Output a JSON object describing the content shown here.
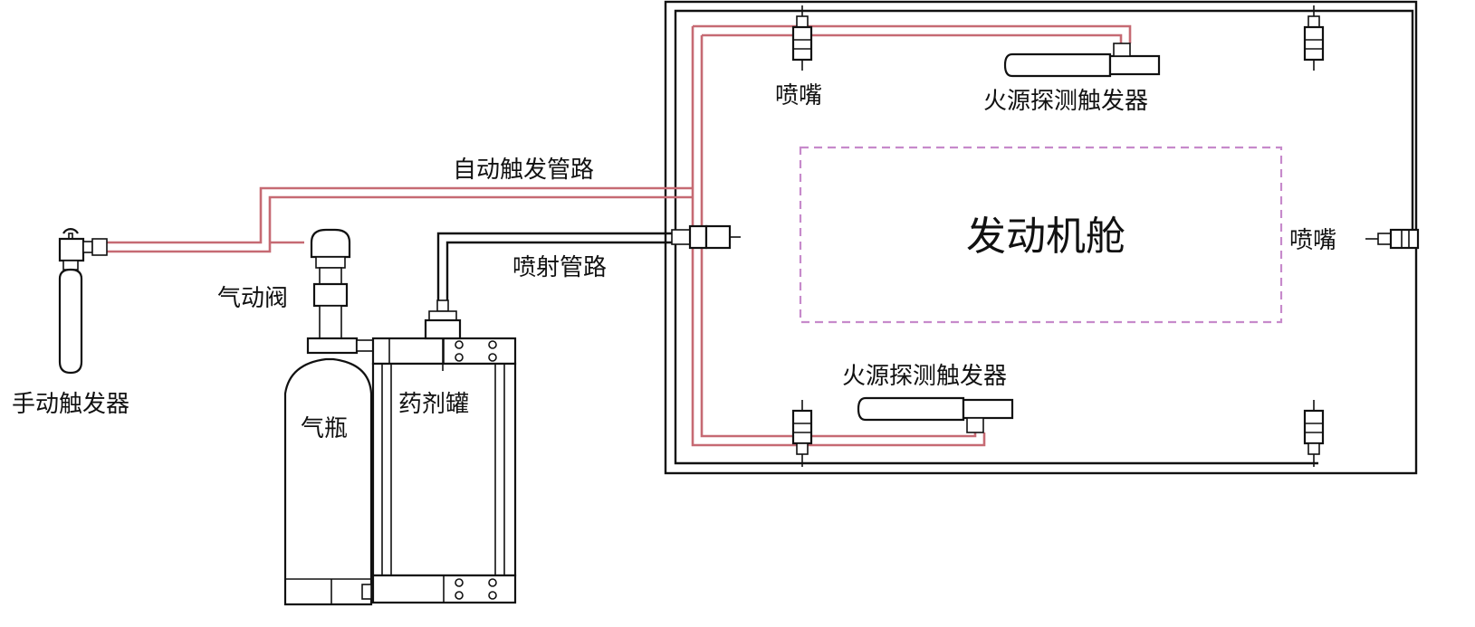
{
  "labels": {
    "manual_trigger": "手动触发器",
    "pneumatic_valve": "气动阀",
    "gas_cylinder": "气瓶",
    "agent_tank": "药剂罐",
    "auto_trigger_pipe": "自动触发管路",
    "spray_pipe": "喷射管路",
    "nozzle_top": "喷嘴",
    "nozzle_right": "喷嘴",
    "fire_detector_top": "火源探测触发器",
    "fire_detector_bottom": "火源探测触发器",
    "engine_compartment": "发动机舱"
  },
  "colors": {
    "trigger_line": "#c66a73",
    "compartment_outline": "#c78acb",
    "pipe": "#111111"
  }
}
